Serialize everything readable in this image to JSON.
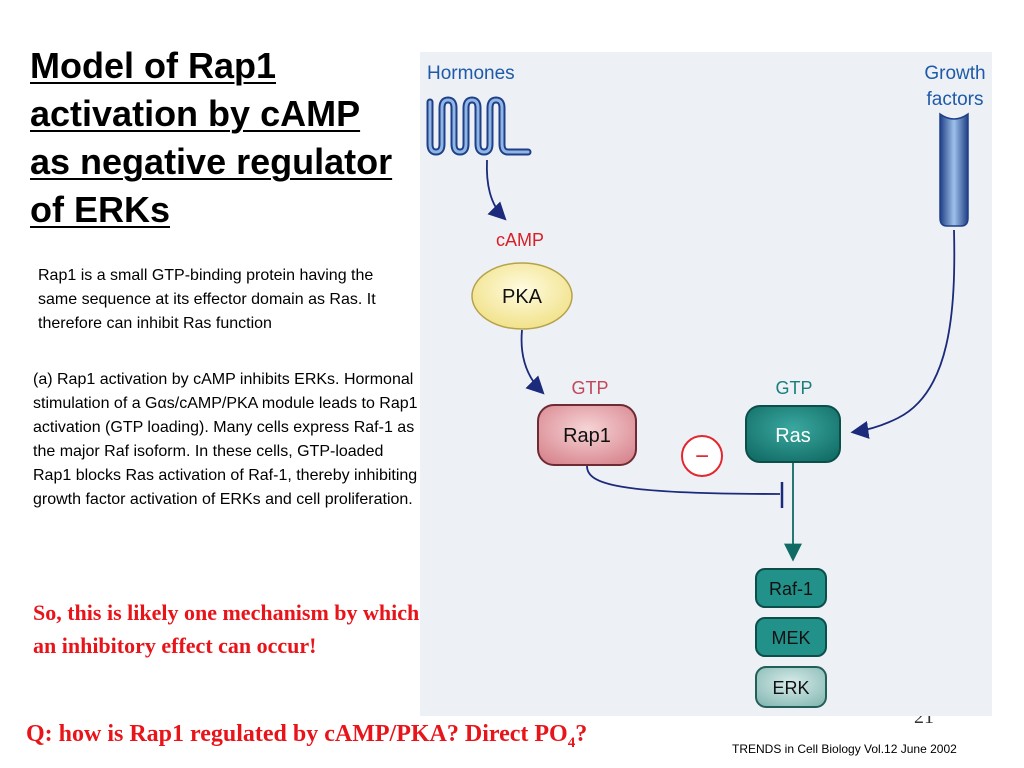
{
  "slide": {
    "title": "Model of Rap1 activation by cAMP as negative regulator of ERKs",
    "paragraph1": "Rap1 is a small GTP-binding protein having the same sequence at its effector domain as Ras.  It therefore can inhibit Ras function",
    "paragraph2_before": "(a) Rap1 activation by cAMP inhibits ERKs. Hormonal stimulation of a G",
    "paragraph2_alpha": "α",
    "paragraph2_after": "s/cAMP/PKA module leads to Rap1 activation (GTP loading). Many cells express Raf-1 as the major Raf isoform. In these cells, GTP-loaded Rap1 blocks Ras activation of Raf-1, thereby inhibiting growth factor activation of ERKs and cell proliferation.",
    "red_note": "So, this is likely one mechanism by which an inhibitory effect can occur!",
    "question_main": "Q: how is Rap1 regulated by cAMP/PKA?  Direct PO",
    "question_sub": "4",
    "question_end": "?",
    "page_number": "21",
    "citation": "TRENDS in Cell Biology Vol.12  June 2002"
  },
  "diagram": {
    "hormones_label": "Hormones",
    "growth_line1": "Growth",
    "growth_line2": "factors",
    "camp_label": "cAMP",
    "pka_label": "PKA",
    "gtp_rap1_label": "GTP",
    "gtp_ras_label": "GTP",
    "rap1_label": "Rap1",
    "ras_label": "Ras",
    "inhibit_symbol": "−",
    "raf1_label": "Raf-1",
    "mek_label": "MEK",
    "erk_label": "ERK",
    "colors": {
      "blue_text": "#1f5aa8",
      "camp_red": "#d91f26",
      "gtp_rap1": "#c0485a",
      "gtp_ras": "#1a7f7a",
      "arrow_navy": "#1b2a7a",
      "arrow_teal": "#0f6b63",
      "pka_fill": "#f6eea6",
      "rap1_fill": "#e8a8ae",
      "ras_fill": "#1f8a82",
      "raf_fill": "#22918a",
      "erk_fill": "#9fc8c4"
    }
  }
}
